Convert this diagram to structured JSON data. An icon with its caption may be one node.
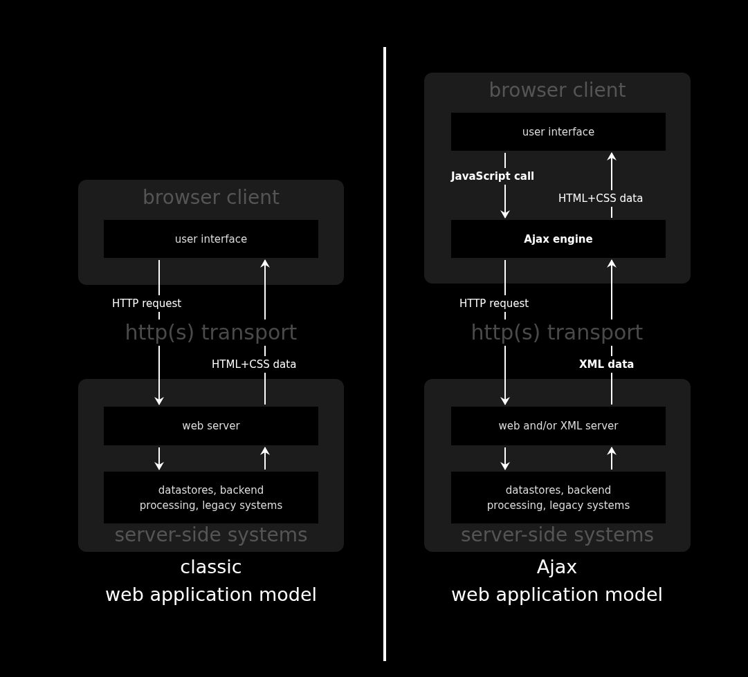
{
  "diagram": {
    "nodes": [
      {
        "text": [
          "browser client"
        ]
      },
      {
        "text": [
          "user interface"
        ],
        "in": 0
      },
      {
        "text": [
          "server-side systems"
        ]
      },
      {
        "text": [
          "web server"
        ],
        "in": 2
      },
      {
        "text": [
          "datastores, backend processing, legacy systems"
        ],
        "in": 2
      },
      {
        "text": [
          "browser client"
        ]
      },
      {
        "text": [
          "user interface"
        ],
        "in": 5
      },
      {
        "text": [
          "Ajax engine"
        ],
        "in": 5
      },
      {
        "text": [
          "server-side systems"
        ]
      },
      {
        "text": [
          "web and/or XML server"
        ],
        "in": 8
      },
      {
        "text": [
          "datastores, backend processing, legacy systems"
        ],
        "in": 8
      }
    ],
    "edges": [
      {
        "from": 1,
        "to": 3,
        "arrow": "to",
        "label": "HTTP request"
      },
      {
        "from": 3,
        "to": 1,
        "arrow": "to",
        "label": "HTML+CSS data"
      },
      {
        "from": 3,
        "to": 4,
        "arrow": "to"
      },
      {
        "from": 4,
        "to": 3,
        "arrow": "to"
      },
      {
        "from": 6,
        "to": 7,
        "arrow": "to",
        "label": "JavaScript call"
      },
      {
        "from": 7,
        "to": 6,
        "arrow": "to",
        "label": "HTML+CSS data"
      },
      {
        "from": 7,
        "to": 9,
        "arrow": "to",
        "label": "HTTP request"
      },
      {
        "from": 9,
        "to": 7,
        "arrow": "to",
        "label": "XML data"
      },
      {
        "from": 9,
        "to": 10,
        "arrow": "to"
      },
      {
        "from": 10,
        "to": 9,
        "arrow": "to"
      }
    ],
    "labels": [
      "http(s) transport",
      "http(s) transport",
      "classic",
      "web application model",
      "Ajax",
      "web application model"
    ]
  }
}
